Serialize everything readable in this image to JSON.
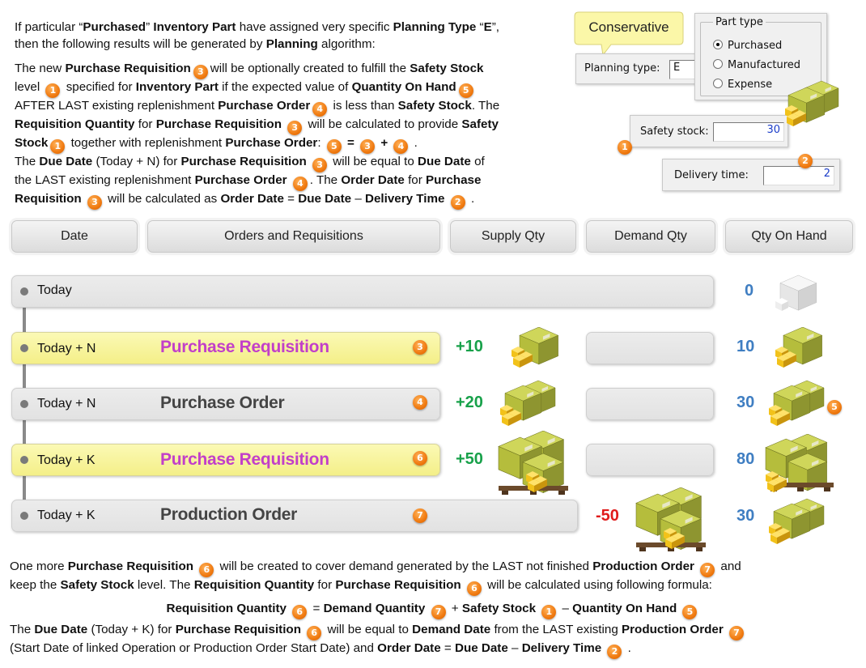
{
  "intro": {
    "p1": [
      {
        "t": "If particular “"
      },
      {
        "b": "Purchased"
      },
      {
        "t": "” "
      },
      {
        "b": "Inventory Part"
      },
      {
        "t": " have assigned very specific "
      },
      {
        "b": "Planning Type"
      },
      {
        "t": " “"
      },
      {
        "b": "E"
      },
      {
        "t": "”,"
      },
      {
        "br": true
      },
      {
        "t": "then the following results will be generated by "
      },
      {
        "b": "Planning"
      },
      {
        "t": " algorithm:"
      }
    ],
    "p2": [
      {
        "t": "The new "
      },
      {
        "b": "Purchase Requisition"
      },
      {
        "c": "3"
      },
      {
        "t": "will be optionally created to fulfill the "
      },
      {
        "b": "Safety Stock"
      },
      {
        "br": true
      },
      {
        "t": "level "
      },
      {
        "c": "1"
      },
      {
        "t": " specified for "
      },
      {
        "b": "Inventory Part"
      },
      {
        "t": " if the expected value of "
      },
      {
        "b": "Quantity On Hand"
      },
      {
        "c": "5"
      },
      {
        "br": true
      },
      {
        "t": "AFTER LAST existing replenishment "
      },
      {
        "b": "Purchase Order"
      },
      {
        "c": "4"
      },
      {
        "t": " is less than "
      },
      {
        "b": "Safety Stock"
      },
      {
        "t": ".  The"
      },
      {
        "br": true
      },
      {
        "b": "Requisition Quantity"
      },
      {
        "t": " for "
      },
      {
        "b": "Purchase Requisition"
      },
      {
        "t": " "
      },
      {
        "c": "3"
      },
      {
        "t": " will be calculated to provide "
      },
      {
        "b": "Safety"
      },
      {
        "br": true
      },
      {
        "b": "Stock"
      },
      {
        "c": "1"
      },
      {
        "t": " together with replenishment "
      },
      {
        "b": "Purchase Order"
      },
      {
        "t": ":  "
      },
      {
        "c": "5"
      },
      {
        "b": " = "
      },
      {
        "c": "3"
      },
      {
        "b": " + "
      },
      {
        "c": "4"
      },
      {
        "t": " ."
      },
      {
        "br": true
      },
      {
        "t": "The "
      },
      {
        "b": "Due Date"
      },
      {
        "t": " (Today + N) for "
      },
      {
        "b": "Purchase Requisition"
      },
      {
        "t": " "
      },
      {
        "c": "3"
      },
      {
        "t": " will be equal to "
      },
      {
        "b": "Due Date"
      },
      {
        "t": " of"
      },
      {
        "br": true
      },
      {
        "t": "the LAST existing replenishment "
      },
      {
        "b": "Purchase Order"
      },
      {
        "t": " "
      },
      {
        "c": "4"
      },
      {
        "t": ". The "
      },
      {
        "b": "Order Date"
      },
      {
        "t": " for "
      },
      {
        "b": "Purchase"
      },
      {
        "br": true
      },
      {
        "b": "Requisition"
      },
      {
        "t": " "
      },
      {
        "c": "3"
      },
      {
        "t": " will be calculated as  "
      },
      {
        "b": "Order Date"
      },
      {
        "t": " = "
      },
      {
        "b": "Due Date"
      },
      {
        "t": " – "
      },
      {
        "b": "Delivery Time"
      },
      {
        "t": " "
      },
      {
        "c": "2"
      },
      {
        "t": " ."
      }
    ]
  },
  "dialog": {
    "callout": "Conservative",
    "planning_type_label": "Planning type:",
    "planning_type_value": "E",
    "part_type_title": "Part type",
    "part_type_options": [
      "Purchased",
      "Manufactured",
      "Expense"
    ],
    "part_type_selected": "Purchased",
    "safety_stock_label": "Safety stock:",
    "safety_stock_value": "30",
    "safety_stock_badge": "1",
    "delivery_time_label": "Delivery time:",
    "delivery_time_value": "2",
    "delivery_time_badge": "2"
  },
  "table": {
    "headers": [
      "Date",
      "Orders and Requisitions",
      "Supply Qty",
      "Demand Qty",
      "Qty On Hand"
    ],
    "rows": [
      {
        "date": "Today",
        "order": "",
        "badge": "",
        "supply": "",
        "demand": "",
        "onhand": "0",
        "onhand_badge": ""
      },
      {
        "date": "Today + N",
        "order": "Purchase Requisition",
        "badge": "3",
        "supply": "+10",
        "demand": "",
        "onhand": "10",
        "onhand_badge": ""
      },
      {
        "date": "Today + N",
        "order": "Purchase Order",
        "badge": "4",
        "supply": "+20",
        "demand": "",
        "onhand": "30",
        "onhand_badge": "5"
      },
      {
        "date": "Today + K",
        "order": "Purchase Requisition",
        "badge": "6",
        "supply": "+50",
        "demand": "",
        "onhand": "80",
        "onhand_badge": ""
      },
      {
        "date": "Today + K",
        "order": "Production Order",
        "badge": "7",
        "supply": "",
        "demand": "-50",
        "onhand": "30",
        "onhand_badge": ""
      }
    ]
  },
  "footer": {
    "p1": [
      {
        "t": "One more "
      },
      {
        "b": "Purchase Requisition"
      },
      {
        "t": " "
      },
      {
        "c": "6"
      },
      {
        "t": " will be created to cover demand generated by the LAST not finished "
      },
      {
        "b": "Production Order"
      },
      {
        "t": " "
      },
      {
        "c": "7"
      },
      {
        "t": " and"
      },
      {
        "br": true
      },
      {
        "t": "keep the "
      },
      {
        "b": "Safety Stock"
      },
      {
        "t": " level. The "
      },
      {
        "b": "Requisition Quantity"
      },
      {
        "t": " for "
      },
      {
        "b": "Purchase Requisition"
      },
      {
        "t": " "
      },
      {
        "c": "6"
      },
      {
        "t": " will be calculated using following formula:"
      }
    ],
    "formula": [
      {
        "b": "Requisition Quantity"
      },
      {
        "t": " "
      },
      {
        "c": "6"
      },
      {
        "t": " = "
      },
      {
        "b": "Demand Quantity"
      },
      {
        "t": " "
      },
      {
        "c": "7"
      },
      {
        "t": " + "
      },
      {
        "b": "Safety Stock"
      },
      {
        "t": " "
      },
      {
        "c": "1"
      },
      {
        "t": " – "
      },
      {
        "b": "Quantity On Hand"
      },
      {
        "t": " "
      },
      {
        "c": "5"
      }
    ],
    "p2": [
      {
        "t": "The "
      },
      {
        "b": "Due Date"
      },
      {
        "t": " (Today + K) for "
      },
      {
        "b": "Purchase Requisition"
      },
      {
        "t": " "
      },
      {
        "c": "6"
      },
      {
        "t": " will be equal to "
      },
      {
        "b": "Demand Date"
      },
      {
        "t": " from the LAST existing "
      },
      {
        "b": "Production Order"
      },
      {
        "t": " "
      },
      {
        "c": "7"
      },
      {
        "br": true
      },
      {
        "t": "(Start Date of linked Operation or Production Order Start Date) and "
      },
      {
        "b": "Order Date"
      },
      {
        "t": " = "
      },
      {
        "b": "Due Date"
      },
      {
        "t": " – "
      },
      {
        "b": "Delivery Time"
      },
      {
        "t": " "
      },
      {
        "c": "2"
      },
      {
        "t": " ."
      }
    ]
  },
  "colors": {
    "pink": "#c23fc9",
    "green": "#18a14a",
    "blue": "#3f7ec2",
    "red": "#e01b1b",
    "badge": "#f07a10",
    "yellow_bar": "#f6f19a",
    "callout": "#fbf7a8"
  }
}
